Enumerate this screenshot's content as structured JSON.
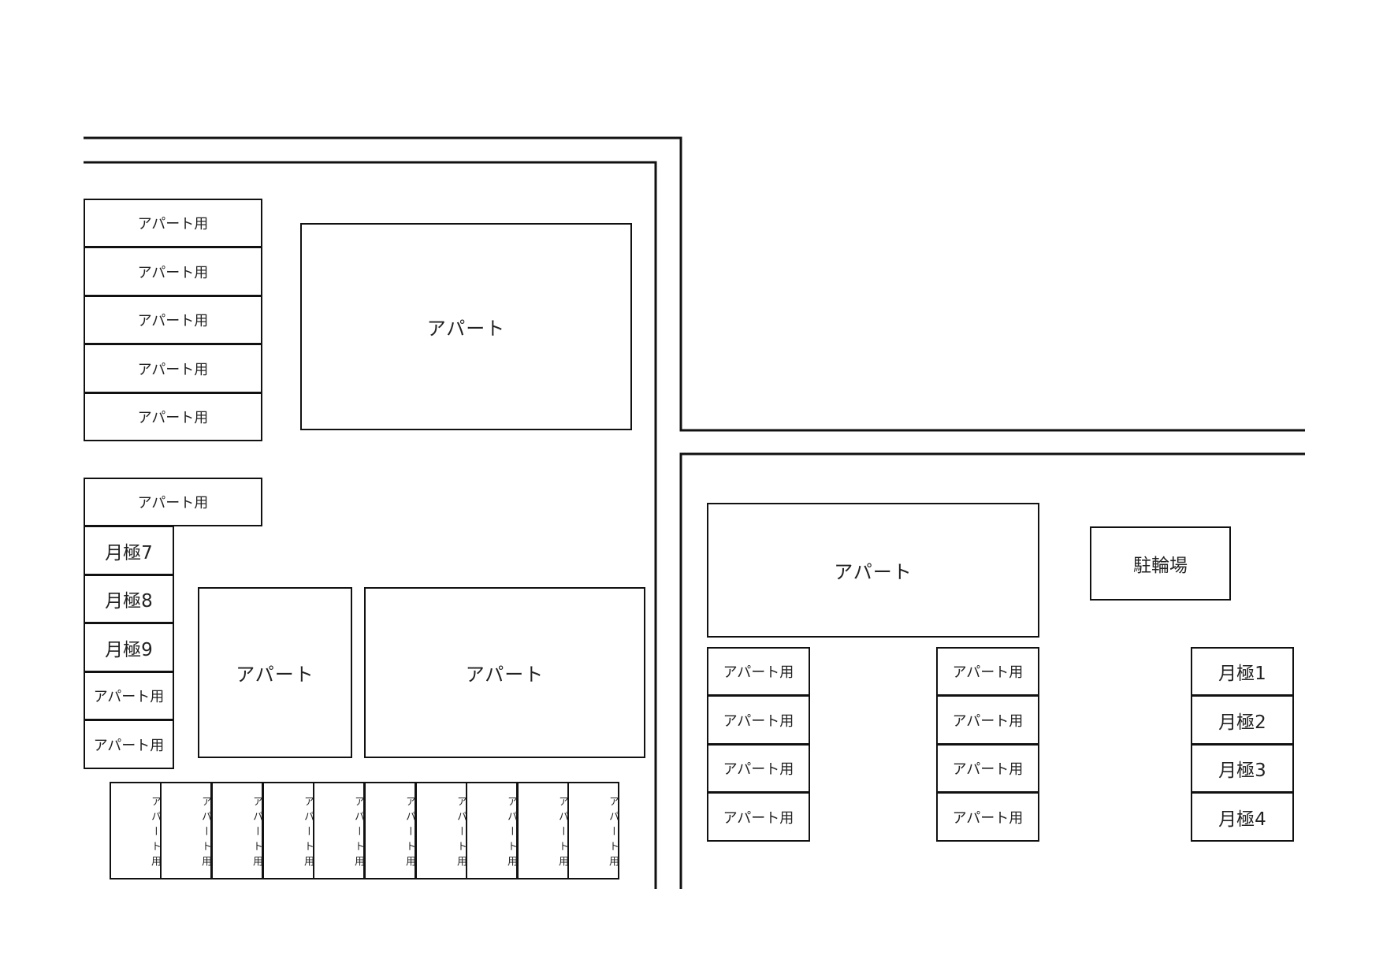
{
  "map": {
    "buildings": {
      "top_apartment": "アパート",
      "left_apartment": "アパート",
      "center_apartment": "アパート",
      "right_apartment": "アパート",
      "bicycle_parking": "駐輪場"
    },
    "left_column_top": [
      "アパート用",
      "アパート用",
      "アパート用",
      "アパート用",
      "アパート用"
    ],
    "left_column_mid_header": "アパート用",
    "left_column_mid": [
      "月極7",
      "月極8",
      "月極9",
      "アパート用",
      "アパート用"
    ],
    "bottom_row": [
      "アパート用",
      "アパート用",
      "アパート用",
      "アパート用",
      "アパート用",
      "アパート用",
      "アパート用",
      "アパート用",
      "アパート用",
      "アパート用"
    ],
    "right_column_a": [
      "アパート用",
      "アパート用",
      "アパート用",
      "アパート用"
    ],
    "right_column_b": [
      "アパート用",
      "アパート用",
      "アパート用",
      "アパート用"
    ],
    "right_column_c": [
      "月極1",
      "月極2",
      "月極3",
      "月極4"
    ]
  }
}
